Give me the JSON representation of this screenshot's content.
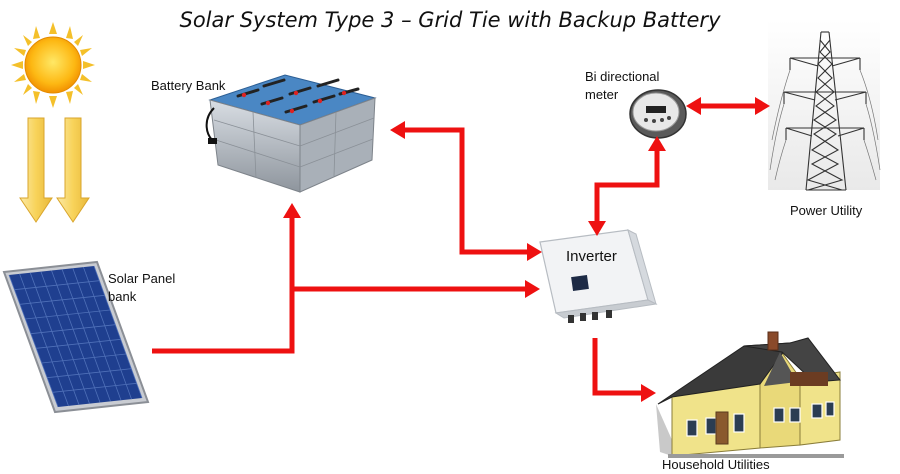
{
  "title": "Solar System Type  3 – Grid Tie with Backup Battery",
  "labels": {
    "battery_bank": "Battery Bank",
    "solar_panel_line1": "Solar Panel",
    "solar_panel_line2": "bank",
    "inverter": "Inverter",
    "meter_line1": "Bi directional",
    "meter_line2": "meter",
    "power_utility": "Power Utility",
    "household": "Household Utilities"
  },
  "colors": {
    "flow_arrow": "#ee1111",
    "sun": "#f6a800",
    "sun_rays": "#f4c02a",
    "sunlight_arrows": "#f7d26a",
    "battery_top": "#4a87c4",
    "panel_cells": "#1f3f8f",
    "house_wall": "#f0e38a",
    "house_roof": "#3a3a3a"
  },
  "icons": [
    "sun-icon",
    "sunlight-arrow-icon",
    "battery-bank-icon",
    "solar-panel-icon",
    "inverter-icon",
    "meter-icon",
    "power-tower-icon",
    "house-icon"
  ]
}
